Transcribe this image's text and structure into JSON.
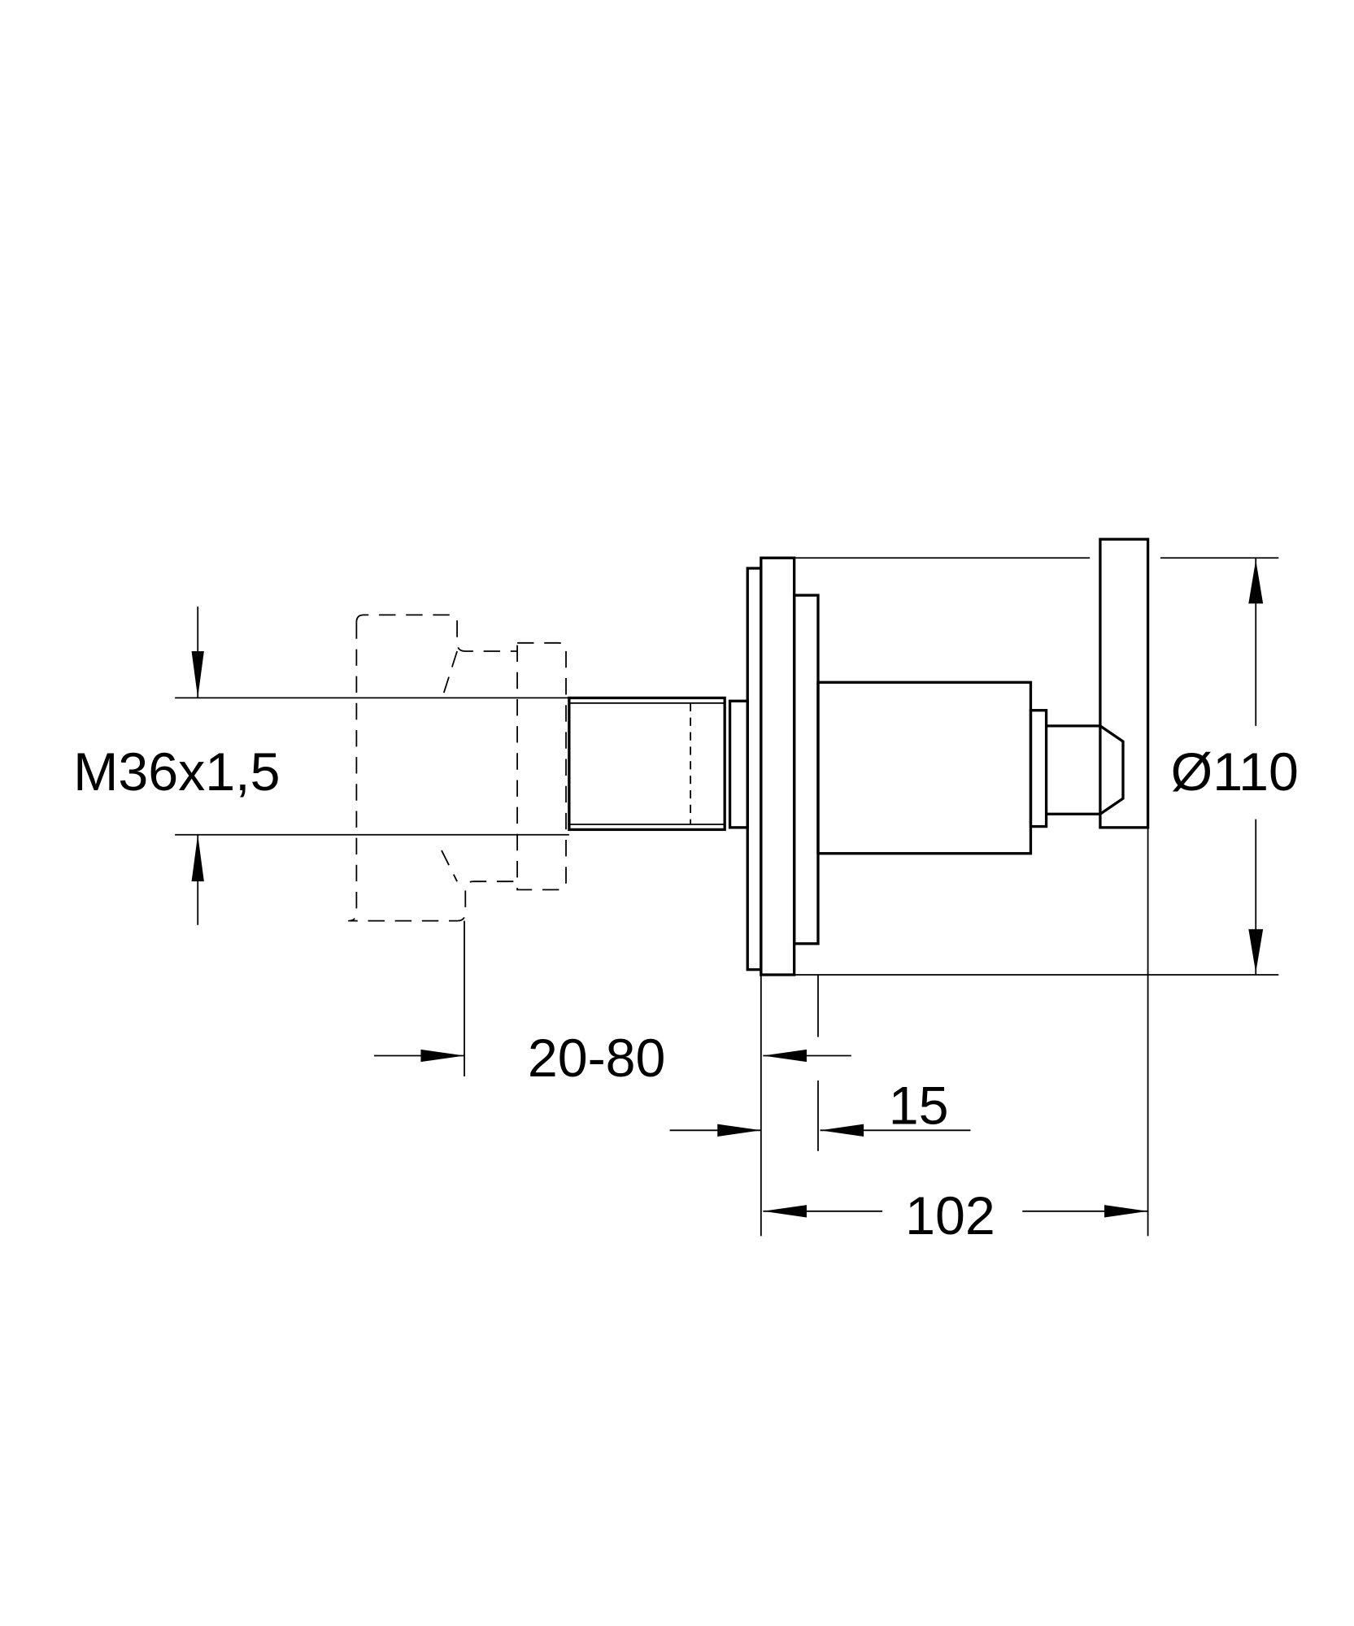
{
  "drawing": {
    "dimensions": {
      "thread": "M36x1,5",
      "diameter": "Ø110",
      "wall_depth": "20-80",
      "flange_depth": "15",
      "total_length": "102"
    },
    "colors": {
      "line": "#000000",
      "background": "#ffffff"
    }
  }
}
